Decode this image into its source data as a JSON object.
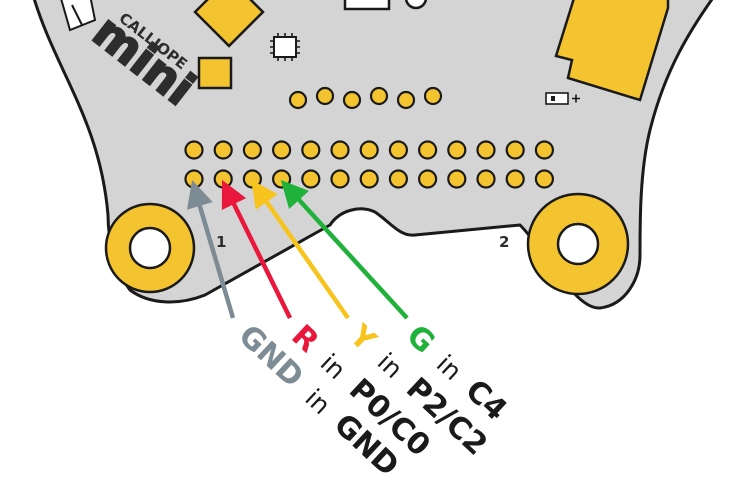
{
  "board": {
    "brand": "CALLIOPE",
    "model": "mini",
    "pad_label_1": "1",
    "pad_label_2": "2",
    "battery_symbol": "▯ +",
    "colors": {
      "board": "#d4d4d4",
      "outline": "#1a1a1a",
      "gold": "#f4c430"
    }
  },
  "wires": [
    {
      "id": "gnd",
      "color": "#7c8b94",
      "color_name": "GND",
      "word_in": "in",
      "pin": "GND"
    },
    {
      "id": "r",
      "color": "#e8173b",
      "color_name": "R",
      "word_in": "in",
      "pin": "P0/C0"
    },
    {
      "id": "y",
      "color": "#f7c41e",
      "color_name": "Y",
      "word_in": "in",
      "pin": "P2/C2"
    },
    {
      "id": "g",
      "color": "#1fb13a",
      "color_name": "G",
      "word_in": "in",
      "pin": "C4"
    }
  ]
}
